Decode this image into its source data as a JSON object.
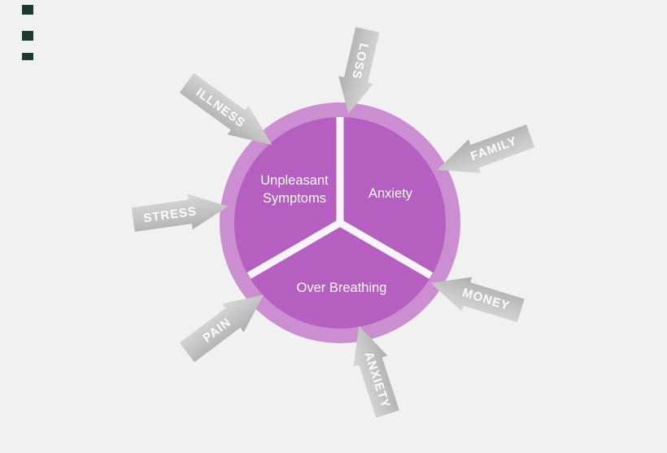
{
  "colors": {
    "background": "#f1f1f2",
    "ring": "#cb8ed1",
    "segment": "#b55fc0",
    "divider": "#f7f5f8",
    "arrow_gray": "#c3c3c3",
    "label_text": "#ffffff"
  },
  "circle": {
    "segments": [
      {
        "label": "Unpleasant Symptoms"
      },
      {
        "label": "Anxiety"
      },
      {
        "label": "Over Breathing"
      }
    ]
  },
  "arrows": [
    {
      "label": "LOSS"
    },
    {
      "label": "ILLNESS"
    },
    {
      "label": "STRESS"
    },
    {
      "label": "PAIN"
    },
    {
      "label": "ANXIETY"
    },
    {
      "label": "MONEY"
    },
    {
      "label": "FAMILY"
    }
  ]
}
